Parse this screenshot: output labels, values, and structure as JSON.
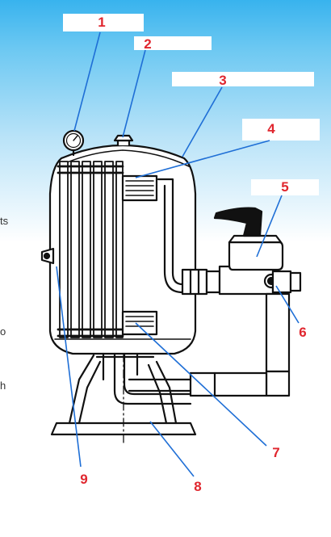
{
  "diagram": {
    "callouts": [
      {
        "id": "1",
        "number": "1"
      },
      {
        "id": "2",
        "number": "2"
      },
      {
        "id": "3",
        "number": "3"
      },
      {
        "id": "4",
        "number": "4"
      },
      {
        "id": "5",
        "number": "5"
      },
      {
        "id": "6",
        "number": "6"
      },
      {
        "id": "7",
        "number": "7"
      },
      {
        "id": "8",
        "number": "8"
      },
      {
        "id": "9",
        "number": "9"
      }
    ],
    "edge_fragments": [
      "ts",
      "o",
      "h"
    ],
    "colors": {
      "callout_number": "#e0262e",
      "leader_line": "#1f6fd6",
      "drawing": "#111111",
      "background_top": "#38b3ee"
    }
  }
}
